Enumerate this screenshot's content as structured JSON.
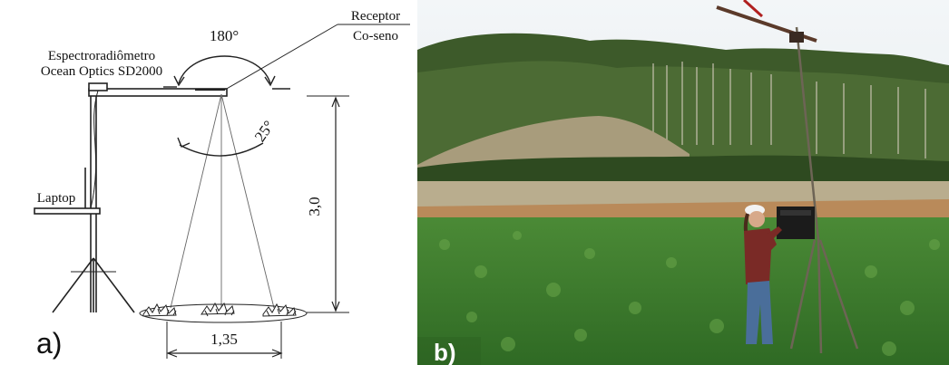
{
  "figure": {
    "panel_a": {
      "label": "a)",
      "spectro_label_line1": "Espectroradiômetro",
      "spectro_label_line2": "Ocean Optics SD2000",
      "receptor_label_line1": "Receptor",
      "receptor_label_line2": "Co-seno",
      "rotation_angle": "180°",
      "field_of_view": "25°",
      "height": "3,0",
      "footprint_width": "1,35",
      "laptop_label": "Laptop"
    },
    "panel_b": {
      "label": "b)"
    }
  },
  "colors": {
    "line": "#222222",
    "sky": "#e9eef2",
    "forest_dark": "#2f4a22",
    "forest_mid": "#4f6b35",
    "dry_slope": "#a69a7a",
    "field_green": "#3f7a2e",
    "soil": "#b98a5a"
  }
}
